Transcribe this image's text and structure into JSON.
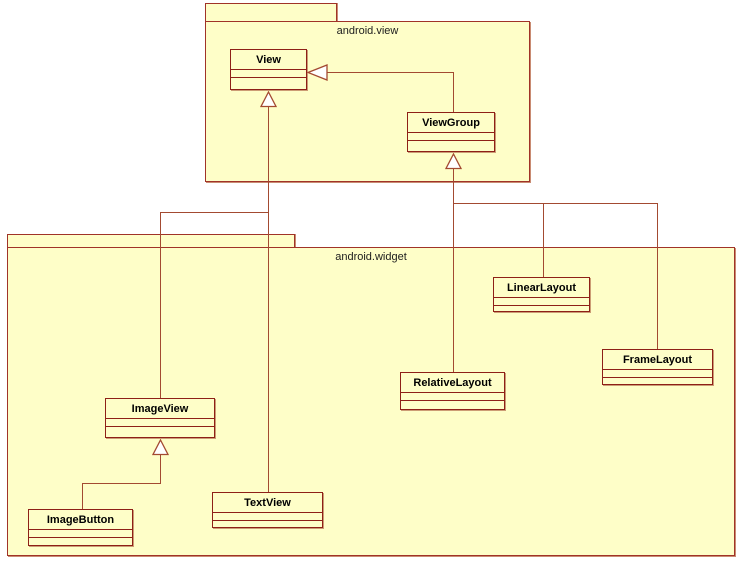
{
  "diagram": {
    "type": "uml-class-diagram",
    "packages": [
      {
        "name": "android.view"
      },
      {
        "name": "android.widget"
      }
    ],
    "classes": [
      {
        "name": "View",
        "package": "android.view"
      },
      {
        "name": "ViewGroup",
        "package": "android.view"
      },
      {
        "name": "LinearLayout",
        "package": "android.widget"
      },
      {
        "name": "FrameLayout",
        "package": "android.widget"
      },
      {
        "name": "RelativeLayout",
        "package": "android.widget"
      },
      {
        "name": "ImageView",
        "package": "android.widget"
      },
      {
        "name": "TextView",
        "package": "android.widget"
      },
      {
        "name": "ImageButton",
        "package": "android.widget"
      }
    ],
    "relationships": [
      {
        "from": "ViewGroup",
        "to": "View",
        "type": "generalization"
      },
      {
        "from": "TextView",
        "to": "View",
        "type": "generalization"
      },
      {
        "from": "ImageView",
        "to": "View",
        "type": "generalization"
      },
      {
        "from": "RelativeLayout",
        "to": "ViewGroup",
        "type": "generalization"
      },
      {
        "from": "LinearLayout",
        "to": "ViewGroup",
        "type": "generalization"
      },
      {
        "from": "FrameLayout",
        "to": "ViewGroup",
        "type": "generalization"
      },
      {
        "from": "ImageButton",
        "to": "ImageView",
        "type": "generalization"
      }
    ],
    "colors": {
      "node_fill": "#FEFEC8",
      "node_border": "#8E2017",
      "package_border": "#A03328",
      "package_shadow": "#C98B72",
      "connector": "#A34A31",
      "text": "#000000"
    }
  }
}
